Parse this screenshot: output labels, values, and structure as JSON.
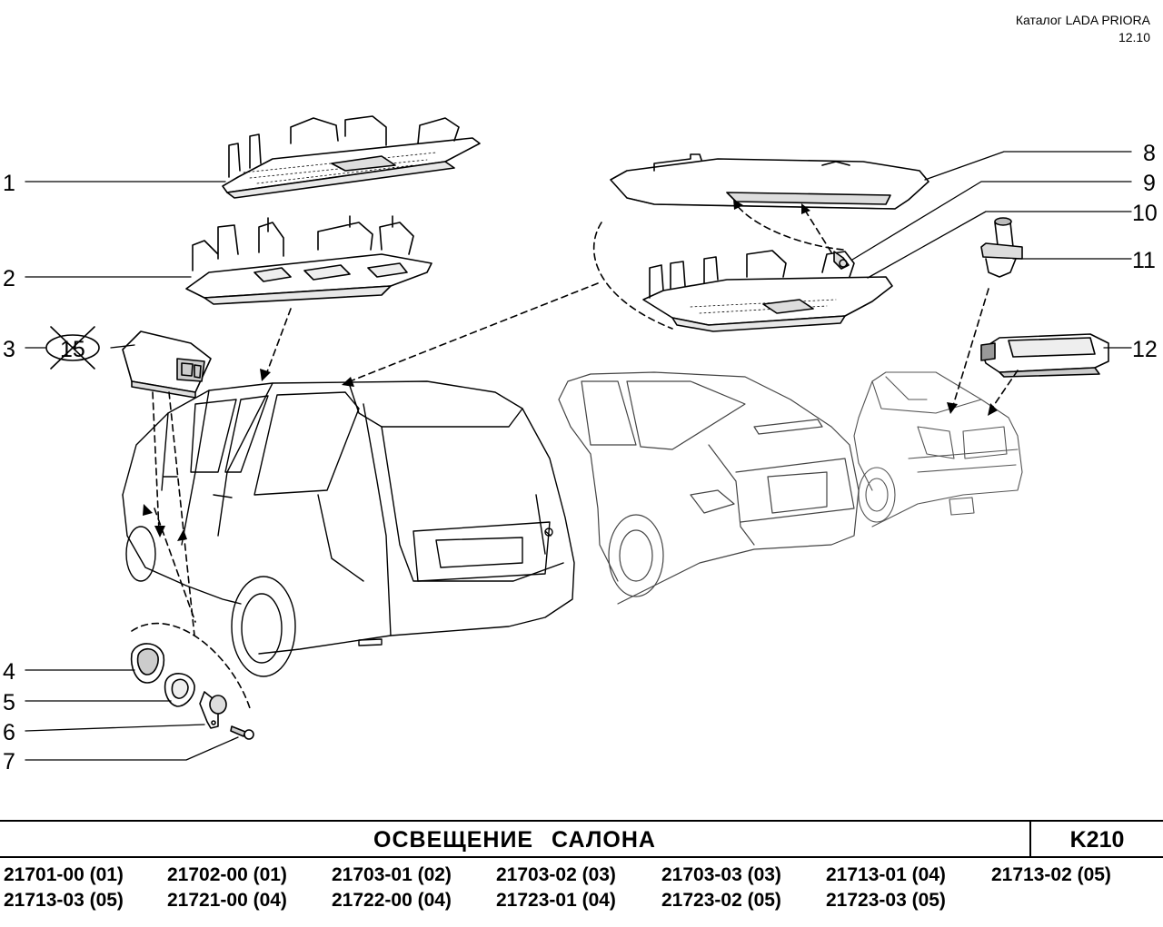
{
  "header": {
    "catalog": "Каталог  LADA  PRIORA",
    "date": "12.10"
  },
  "callouts": [
    "1",
    "2",
    "3",
    "4",
    "5",
    "6",
    "7",
    "8",
    "9",
    "10",
    "11",
    "12"
  ],
  "crossed_label": "15",
  "title": "ОСВЕЩЕНИЕ   САЛОНА",
  "code": "K210",
  "models": [
    "21701-00 (01)",
    "21702-00 (01)",
    "21703-01 (02)",
    "21703-02 (03)",
    "21703-03 (03)",
    "21713-01 (04)",
    "21713-02 (05)",
    "21713-03 (05)",
    "21721-00 (04)",
    "21722-00 (04)",
    "21723-01 (04)",
    "21723-02 (05)",
    "21723-03 (05)"
  ]
}
